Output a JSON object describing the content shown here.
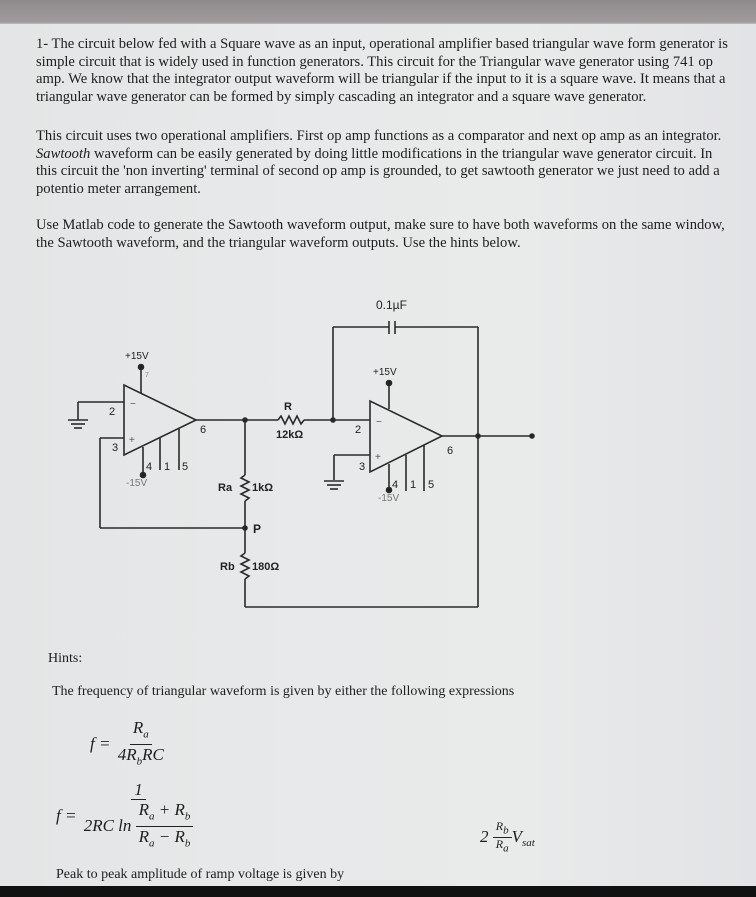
{
  "problem": {
    "paragraph1": "1- The circuit below fed with a Square wave as an input, operational amplifier based triangular wave form generator is simple circuit that is widely used in function generators. This circuit for the Triangular wave generator using 741 op amp. We know that the integrator output waveform will be triangular if the input to it is a square wave. It means that a triangular wave generator can be formed by simply cascading an integrator and a square wave generator.",
    "paragraph2_pre": "This circuit uses two operational amplifiers. First op amp functions as a comparator and next op amp as an integrator. ",
    "paragraph2_italic": "Sawtooth",
    "paragraph2_post": " waveform can be easily generated by doing little modifications in the triangular wave generator circuit. In this circuit the 'non inverting' terminal of second op amp is grounded, to get sawtooth generator we just need to add a potentio meter arrangement.",
    "paragraph3": "Use Matlab code to generate the Sawtooth waveform output, make sure to have both waveforms on the same window, the Sawtooth waveform, and the triangular waveform outputs. Use the hints below."
  },
  "circuit": {
    "opamp1": {
      "vplus": "+15V",
      "vminus": "-15V",
      "pin7": "7",
      "pin_inv": "2",
      "pin_noninv": "3",
      "pin_out": "6",
      "pins_bottom": [
        "4",
        "1",
        "5"
      ]
    },
    "opamp2": {
      "vplus": "+15V",
      "vminus": "-15V",
      "pin_inv": "2",
      "pin_noninv": "3",
      "pin_out": "6",
      "pins_bottom": [
        "4",
        "1",
        "5"
      ]
    },
    "capacitor": "0.1µF",
    "resistor_R": {
      "name": "R",
      "value": "12kΩ"
    },
    "resistor_Ra": {
      "name": "Ra",
      "value": "1kΩ"
    },
    "resistor_Rb": {
      "name": "Rb",
      "value": "180Ω"
    },
    "node_P": "P"
  },
  "hints": {
    "title": "Hints:",
    "frequency_text": "The frequency of triangular waveform is given by either the following expressions",
    "eq1": {
      "lhs": "f =",
      "num": "R",
      "num_sub": "a",
      "den": "4R",
      "den_sub": "b",
      "den_tail": "RC"
    },
    "eq2": {
      "lhs": "f =",
      "num": "1",
      "den_pre": "2RC ln",
      "inner_num": "R",
      "inner_num_sub1": "a",
      "inner_num_mid": " + R",
      "inner_num_sub2": "b",
      "inner_den": "R",
      "inner_den_sub1": "a",
      "inner_den_mid": " − R",
      "inner_den_sub2": "b"
    },
    "eq3": {
      "coef": "2",
      "num": "R",
      "num_sub": "b",
      "den": "R",
      "den_sub": "a",
      "tail": "V",
      "tail_sub": "sat"
    },
    "peak_text": "Peak to peak amplitude of ramp voltage is given by"
  }
}
